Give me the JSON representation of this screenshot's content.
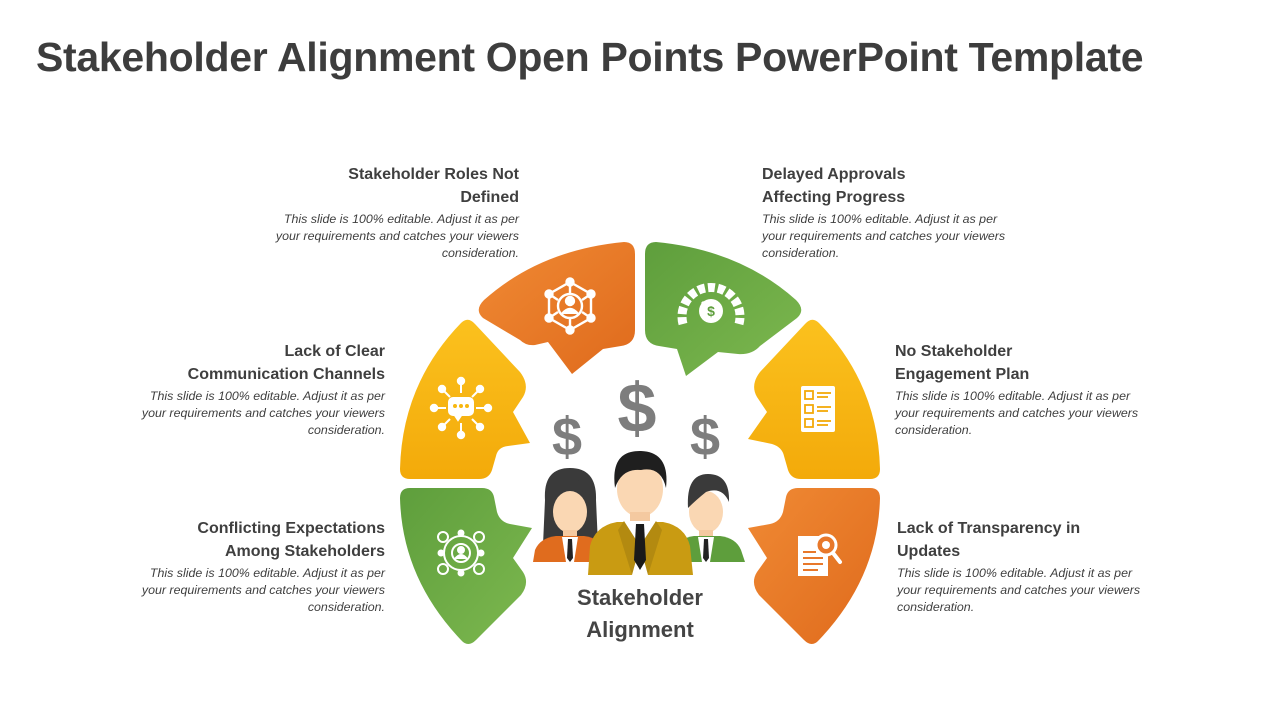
{
  "slide": {
    "title": "Stakeholder Alignment Open Points PowerPoint Template"
  },
  "center": {
    "line1": "Stakeholder",
    "line2": "Alignment",
    "dollar": "$"
  },
  "points": [
    {
      "heading_lines": [
        "Stakeholder Roles Not",
        "Defined"
      ],
      "description": "This slide is 100% editable. Adjust it as per your requirements and catches your viewers consideration.",
      "icon": "network-people-icon",
      "color": "#E8782A"
    },
    {
      "heading_lines": [
        "Delayed Approvals",
        "Affecting Progress"
      ],
      "description": "This slide is 100% editable. Adjust it as per your requirements and catches your viewers consideration.",
      "icon": "speedometer-dollar-icon",
      "color": "#6CAE45"
    },
    {
      "heading_lines": [
        "Lack of Clear",
        "Communication Channels"
      ],
      "description": "This slide is 100% editable. Adjust it as per your requirements and catches your viewers consideration.",
      "icon": "chat-network-icon",
      "color": "#F8B70F"
    },
    {
      "heading_lines": [
        "No Stakeholder",
        "Engagement Plan"
      ],
      "description": "This slide is 100% editable. Adjust it as per your requirements and catches your viewers consideration.",
      "icon": "checklist-icon",
      "color": "#F8B70F"
    },
    {
      "heading_lines": [
        "Conflicting Expectations",
        "Among Stakeholders"
      ],
      "description": "This slide is 100% editable. Adjust it as per your requirements and catches your viewers consideration.",
      "icon": "people-circle-icon",
      "color": "#6CAE45"
    },
    {
      "heading_lines": [
        "Lack of Transparency in",
        "Updates"
      ],
      "description": "This slide is 100% editable. Adjust it as per your requirements and catches your viewers consideration.",
      "icon": "document-search-icon",
      "color": "#E8782A"
    }
  ]
}
